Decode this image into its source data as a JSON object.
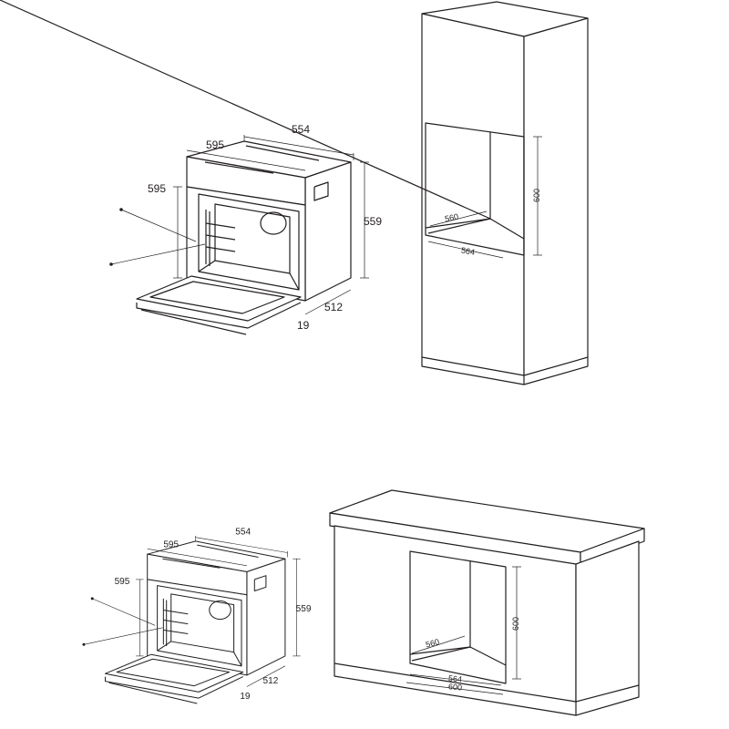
{
  "top_oven": {
    "depth_top": "554",
    "width_top": "595",
    "height_front": "595",
    "height_side": "559",
    "depth_side": "512",
    "door_thickness": "19"
  },
  "top_cabinet": {
    "depth": "560",
    "height": "600",
    "width": "564"
  },
  "bottom_oven": {
    "depth_top": "554",
    "width_top": "595",
    "height_front": "595",
    "height_side": "559",
    "depth_side": "512",
    "door_thickness": "19"
  },
  "bottom_cabinet": {
    "depth": "560",
    "height": "600",
    "width_inner": "564",
    "width_outer": "600"
  },
  "colors": {
    "line": "#231f20",
    "background": "#ffffff"
  }
}
